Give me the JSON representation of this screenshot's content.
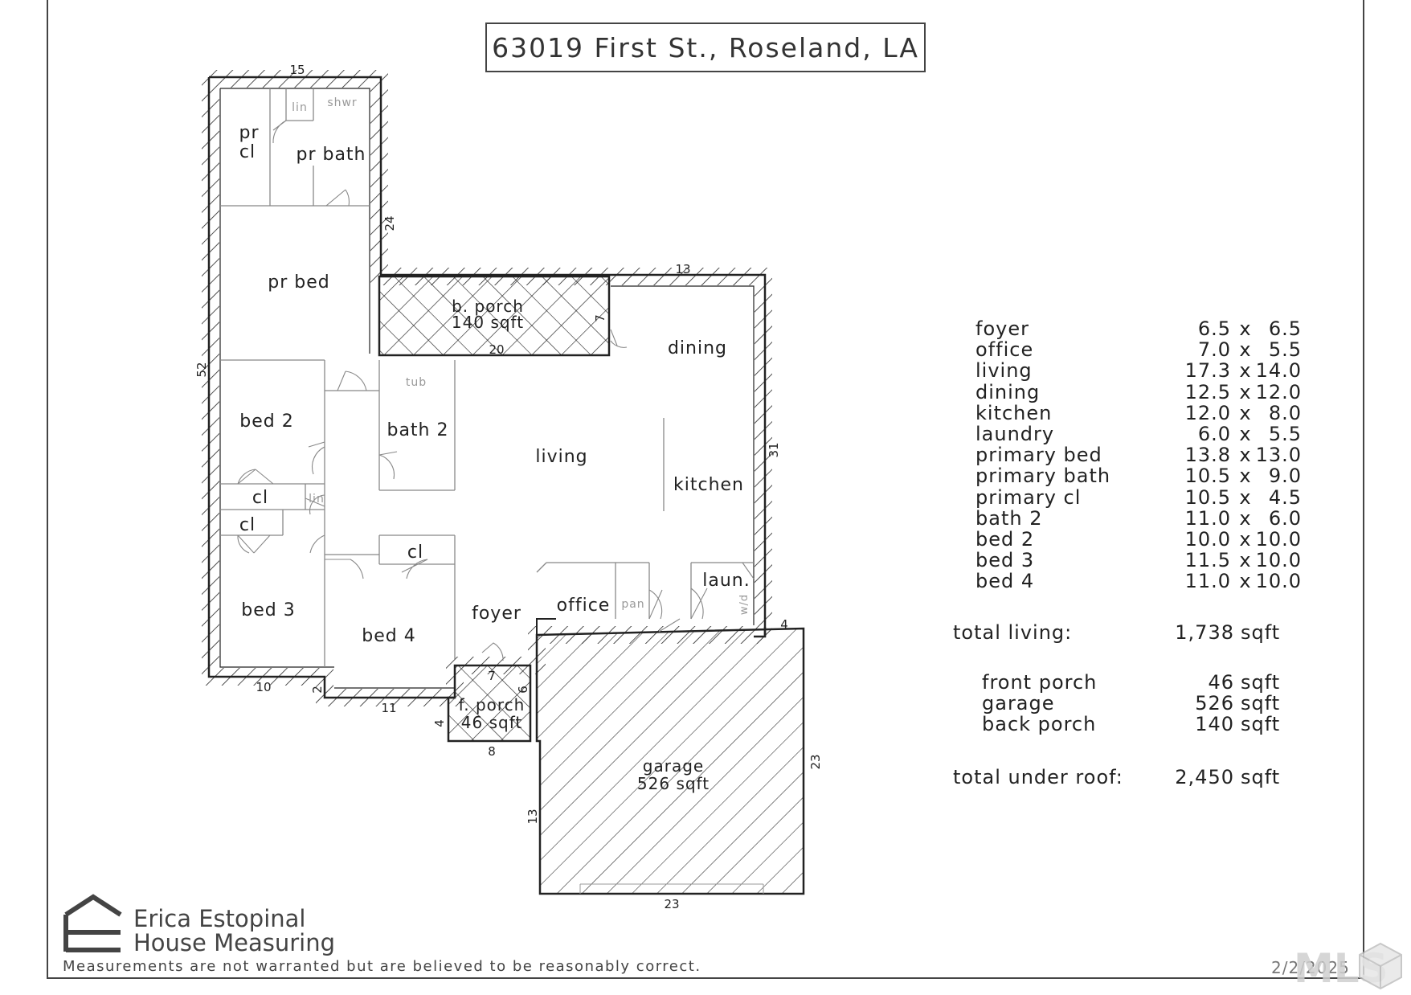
{
  "title": "63019 First St., Roseland, LA",
  "rooms": {
    "pr_cl": "pr\ncl",
    "pr_bath": "pr bath",
    "lin1": "lin",
    "shwr": "shwr",
    "pr_bed": "pr bed",
    "b_porch": "b. porch",
    "b_porch_area": "140 sqft",
    "dining": "dining",
    "bed2": "bed 2",
    "tub": "tub",
    "bath2": "bath 2",
    "living": "living",
    "kitchen": "kitchen",
    "cl1": "cl",
    "lin2": "lin",
    "cl2": "cl",
    "cl3": "cl",
    "laun": "laun.",
    "wd": "w/d",
    "bed3": "bed 3",
    "bed4": "bed 4",
    "foyer": "foyer",
    "office": "office",
    "pan": "pan",
    "f_porch": "f. porch",
    "f_porch_area": "46 sqft",
    "garage": "garage",
    "garage_area": "526 sqft"
  },
  "dimensions": {
    "top": "15",
    "pr_side": "24",
    "left": "52",
    "porch_top": "13",
    "porch_side": "7",
    "porch_bottom": "20",
    "right": "31",
    "bed3_bottom": "10",
    "step": "2",
    "bed4_bottom": "11",
    "fp_top": "7",
    "fp_right": "6",
    "fp_left": "4",
    "fp_bottom": "8",
    "garage_top": "4",
    "garage_right": "23",
    "garage_left": "13",
    "garage_bottom": "23"
  },
  "room_sizes": [
    {
      "name": "foyer",
      "a": "6.5",
      "b": "6.5"
    },
    {
      "name": "office",
      "a": "7.0",
      "b": "5.5"
    },
    {
      "name": "living",
      "a": "17.3",
      "b": "14.0"
    },
    {
      "name": "dining",
      "a": "12.5",
      "b": "12.0"
    },
    {
      "name": "kitchen",
      "a": "12.0",
      "b": "8.0"
    },
    {
      "name": "laundry",
      "a": "6.0",
      "b": "5.5"
    },
    {
      "name": "primary bed",
      "a": "13.8",
      "b": "13.0"
    },
    {
      "name": "primary bath",
      "a": "10.5",
      "b": "9.0"
    },
    {
      "name": "primary cl",
      "a": "10.5",
      "b": "4.5"
    },
    {
      "name": "bath 2",
      "a": "11.0",
      "b": "6.0"
    },
    {
      "name": "bed 2",
      "a": "10.0",
      "b": "10.0"
    },
    {
      "name": "bed 3",
      "a": "11.5",
      "b": "10.0"
    },
    {
      "name": "bed 4",
      "a": "11.0",
      "b": "10.0"
    }
  ],
  "times": "x",
  "totals": {
    "living_label": "total living:",
    "living_value": "1,738",
    "unit": "sqft",
    "front_porch_label": "front porch",
    "front_porch_value": "46",
    "garage_label": "garage",
    "garage_value": "526",
    "back_porch_label": "back porch",
    "back_porch_value": "140",
    "roof_label": "total under roof:",
    "roof_value": "2,450"
  },
  "brand": {
    "line1": "Erica Estopinal",
    "line2": "House Measuring"
  },
  "disclaimer": "Measurements are not warranted but are believed to be reasonably correct.",
  "date": "2/2/2025",
  "mls": "MLS"
}
